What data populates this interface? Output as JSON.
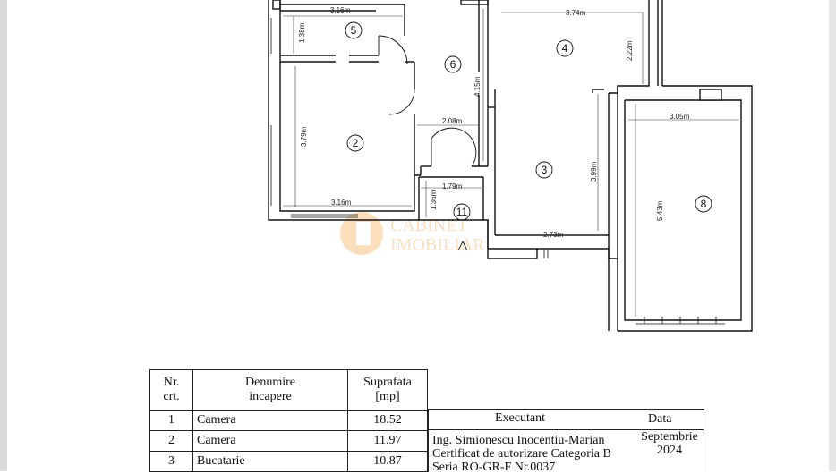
{
  "plan": {
    "rooms": [
      {
        "id": "2",
        "label": "2"
      },
      {
        "id": "3",
        "label": "3"
      },
      {
        "id": "4",
        "label": "4"
      },
      {
        "id": "5",
        "label": "5"
      },
      {
        "id": "6",
        "label": "6"
      },
      {
        "id": "8",
        "label": "8"
      },
      {
        "id": "11",
        "label": "11"
      }
    ],
    "dimensions": {
      "d_316_top": "3.16m",
      "d_138": "1.38m",
      "d_379": "3.79m",
      "d_316_bottom": "3.16m",
      "d_374": "3.74m",
      "d_222": "2.22m",
      "d_415": "4.15m",
      "d_208": "2.08m",
      "d_179": "1.79m",
      "d_136": "1.36m",
      "d_399": "3.99m",
      "d_273": "2.73m",
      "d_305": "3.05m",
      "d_543": "5.43m"
    },
    "watermark": {
      "line1": "CABINET",
      "line2": "IMOBILIAR"
    }
  },
  "table": {
    "headers": {
      "nr": "Nr.\ncrt.",
      "name": "Denumire\nincapere",
      "area": "Suprafata\n[mp]"
    },
    "rows": [
      {
        "nr": "1",
        "name": "Camera",
        "area": "18.52"
      },
      {
        "nr": "2",
        "name": "Camera",
        "area": "11.97"
      },
      {
        "nr": "3",
        "name": "Bucatarie",
        "area": "10.87"
      }
    ]
  },
  "executant": {
    "title": "Executant",
    "date_title": "Data",
    "engineer_line1": "Ing. Simionescu Inocentiu-Marian",
    "engineer_line2": "Certificat de autorizare Categoria B",
    "engineer_line3": "Seria RO-GR-F Nr.0037",
    "date_line1": "Septembrie",
    "date_line2": "2024"
  }
}
